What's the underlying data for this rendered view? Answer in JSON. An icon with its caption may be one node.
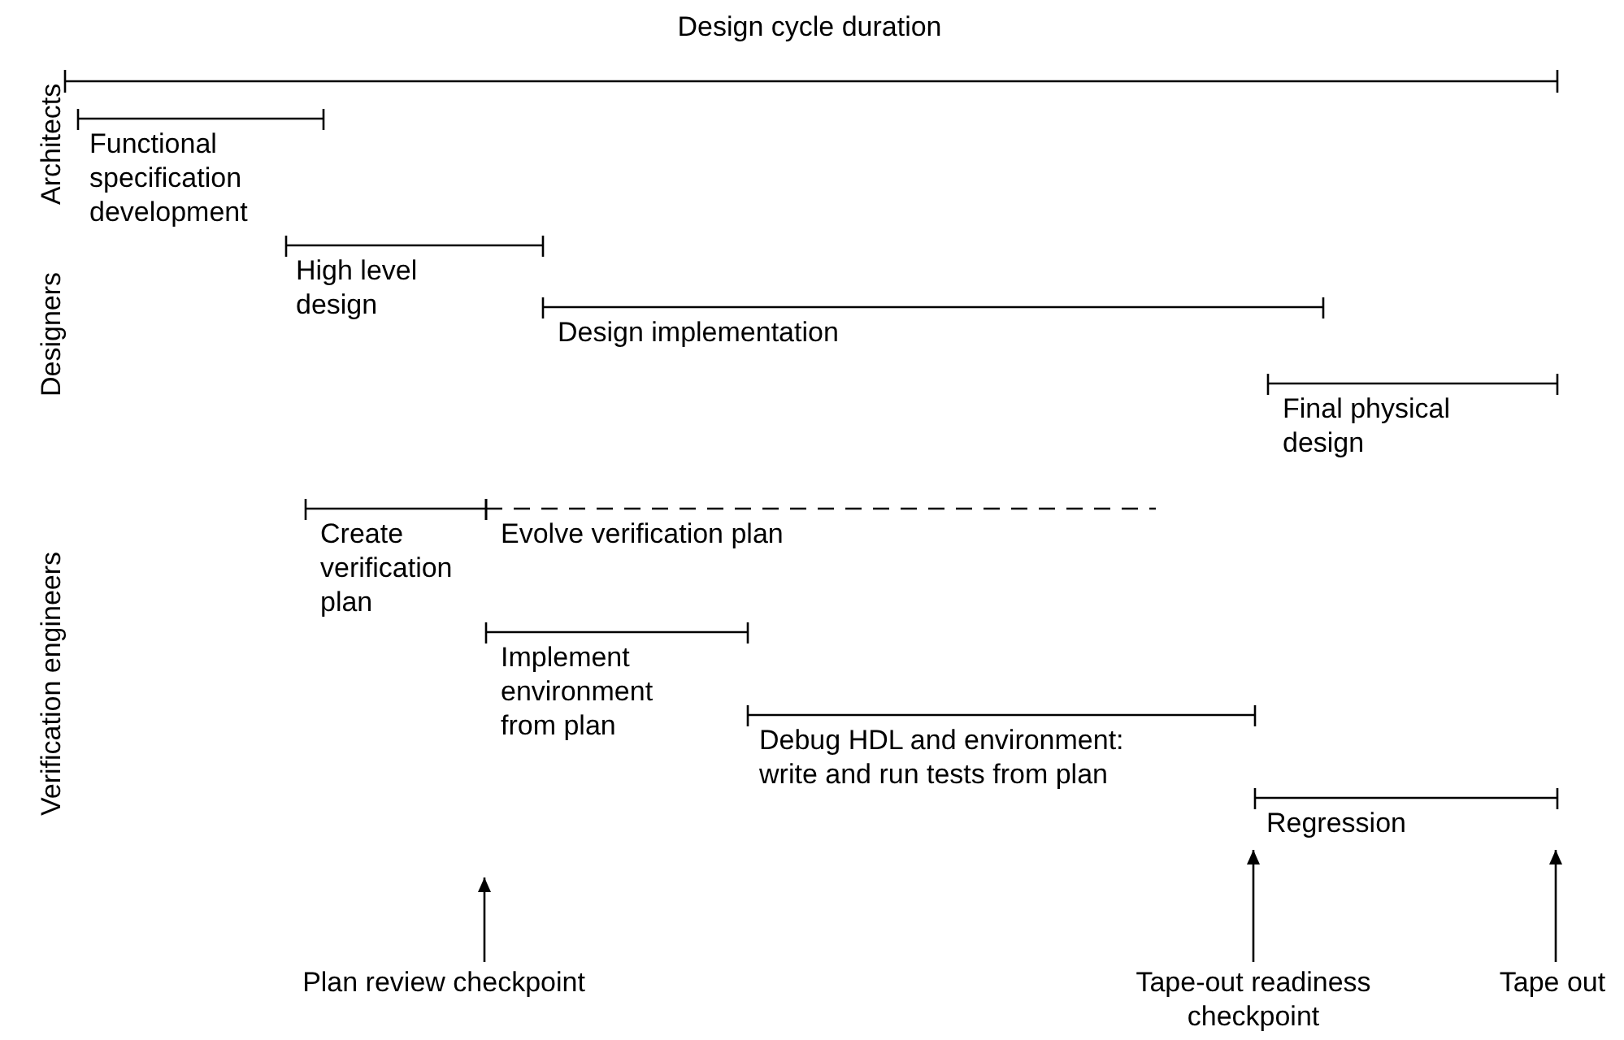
{
  "diagram": {
    "nodes": [
      {
        "text": [
          "Functional specification development"
        ]
      },
      {
        "text": [
          "High level design"
        ]
      },
      {
        "text": [
          "Design implementation"
        ]
      },
      {
        "text": [
          "Final physical design"
        ]
      },
      {
        "text": [
          "Create verification plan"
        ]
      },
      {
        "text": [
          "Evolve verification plan"
        ]
      },
      {
        "text": [
          "Implement environment from plan"
        ]
      },
      {
        "text": [
          "Debug HDL and environment: write and run tests from plan"
        ]
      },
      {
        "text": [
          "Regression"
        ]
      },
      {
        "text": [
          "Plan review checkpoint"
        ]
      },
      {
        "text": [
          "Tape-out readiness checkpoint"
        ]
      },
      {
        "text": [
          "Tape out"
        ]
      }
    ],
    "edges": [
      {
        "from": 9,
        "to": null,
        "arrow": "to"
      },
      {
        "from": 10,
        "to": 8,
        "arrow": "to"
      },
      {
        "from": 11,
        "to": 8,
        "arrow": "to"
      }
    ],
    "labels": [
      "Design cycle duration",
      "Architects",
      "Designers",
      "Verification engineers"
    ]
  }
}
